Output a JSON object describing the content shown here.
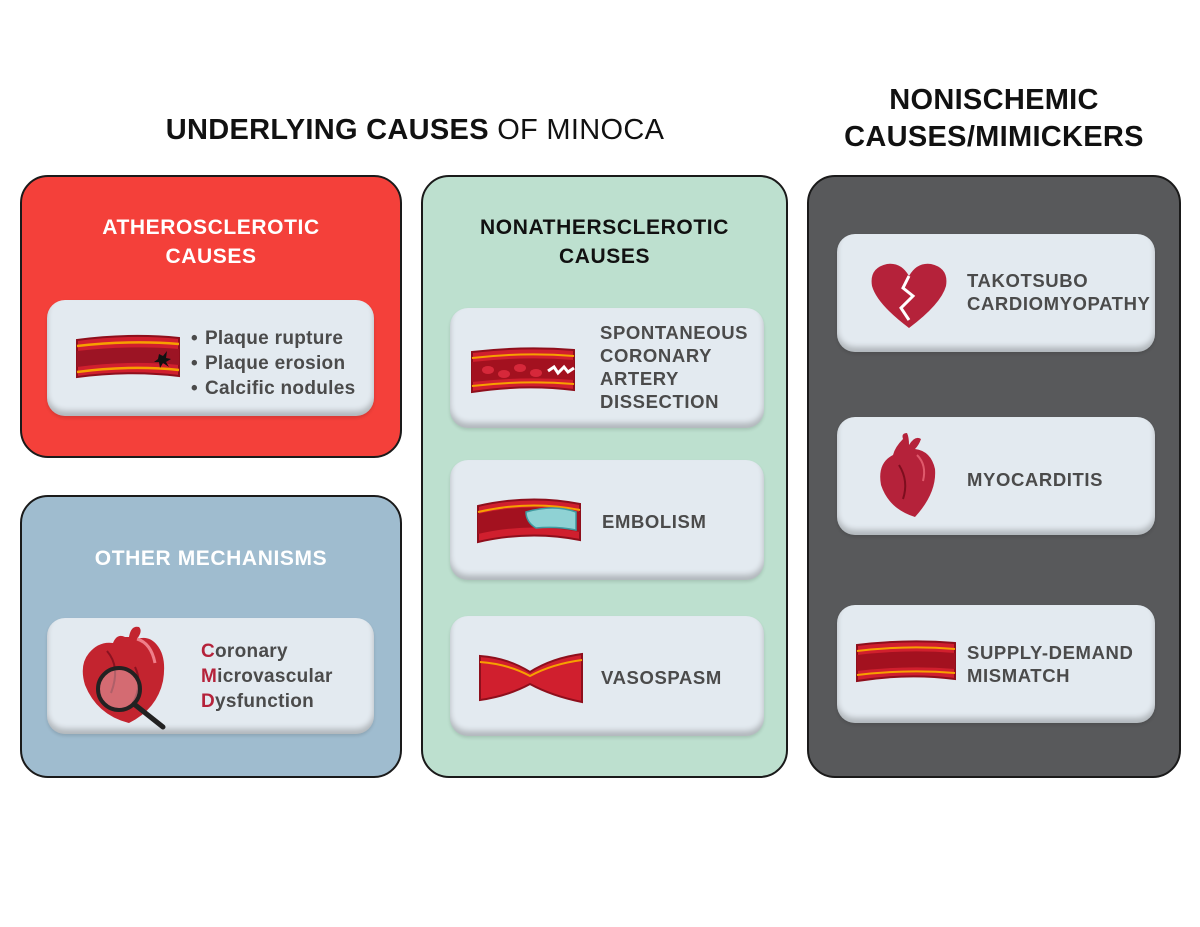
{
  "title": {
    "bold": "UNDERLYING CAUSES",
    "light": "OF MINOCA"
  },
  "right_title": {
    "line1": "NONISCHEMIC",
    "line2": "CAUSES/MIMICKERS"
  },
  "atherosclerotic": {
    "title_line1": "ATHEROSCLEROTIC",
    "title_line2": "CAUSES",
    "items": [
      "Plaque rupture",
      "Plaque erosion",
      "Calcific nodules"
    ]
  },
  "other": {
    "title": "OTHER MECHANISMS",
    "cmd": [
      {
        "initial": "C",
        "rest": "oronary"
      },
      {
        "initial": "M",
        "rest": "icrovascular"
      },
      {
        "initial": "D",
        "rest": "ysfunction"
      }
    ]
  },
  "nonathero": {
    "title_line1": "NONATHERSCLEROTIC",
    "title_line2": "CAUSES",
    "scad": [
      "SPONTANEOUS",
      "CORONARY",
      "ARTERY",
      "DISSECTION"
    ],
    "embolism": "EMBOLISM",
    "vasospasm": "VASOSPASM"
  },
  "nonischemic": {
    "takotsubo": [
      "TAKOTSUBO",
      "CARDIOMYOPATHY"
    ],
    "myocarditis": "MYOCARDITIS",
    "supply": [
      "SUPPLY-DEMAND",
      "MISMATCH"
    ]
  },
  "colors": {
    "atherosclerotic_panel": "#f4403a",
    "other_panel": "#9fbccf",
    "nonathero_panel": "#bde0cf",
    "nonischemic_panel": "#58595b",
    "card": "#e3eaf0",
    "vessel_red": "#c8102e",
    "heart_red": "#b5223a"
  }
}
